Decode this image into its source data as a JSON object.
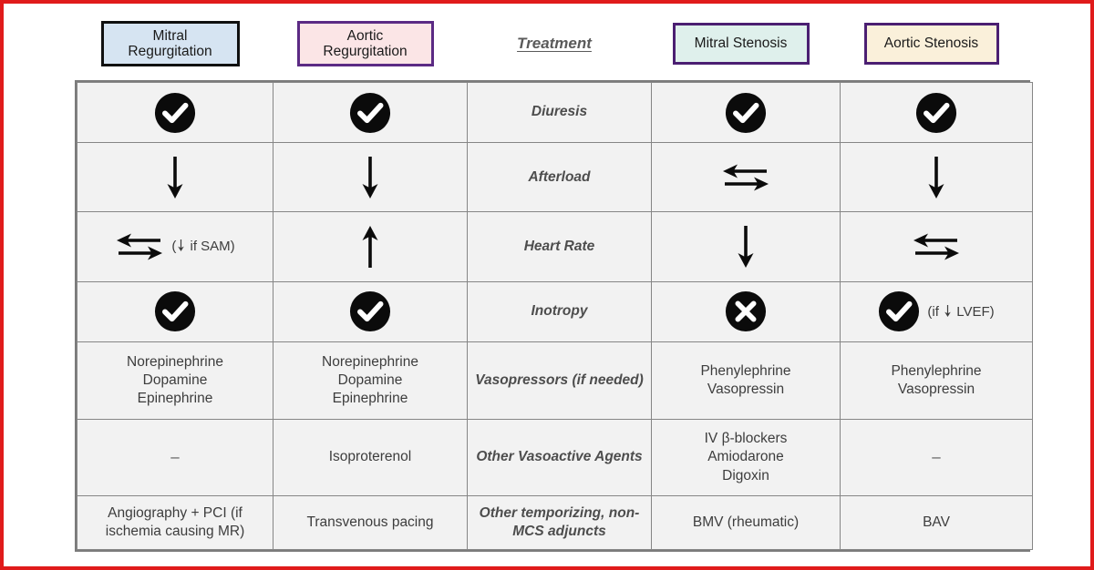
{
  "frame": {
    "border_color": "#e01b1b"
  },
  "header": {
    "columns": [
      {
        "id": "mitral-regurgitation",
        "label": "Mitral\nRegurgitation",
        "line1": "Mitral",
        "line2": "Regurgitation",
        "fill": "#d6e4f2",
        "border": "#101010"
      },
      {
        "id": "aortic-regurgitation",
        "label": "Aortic\nRegurgitation",
        "line1": "Aortic",
        "line2": "Regurgitation",
        "fill": "#fbe5e6",
        "border": "#5b2a84"
      },
      {
        "id": "treatment",
        "label": "Treatment",
        "style": "bold-italic-underline",
        "color": "#5a5a5a"
      },
      {
        "id": "mitral-stenosis",
        "label": "Mitral Stenosis",
        "fill": "#dff0ec",
        "border": "#4b1f72"
      },
      {
        "id": "aortic-stenosis",
        "label": "Aortic Stenosis",
        "fill": "#faf0da",
        "border": "#4b1f72"
      }
    ]
  },
  "table": {
    "column_order": [
      "mitral_regurgitation",
      "aortic_regurgitation",
      "treatment",
      "mitral_stenosis",
      "aortic_stenosis"
    ],
    "rows": [
      {
        "treatment": "Diuresis",
        "mitral_regurgitation": {
          "icon": "check-circle-icon",
          "note": ""
        },
        "aortic_regurgitation": {
          "icon": "check-circle-icon",
          "note": ""
        },
        "mitral_stenosis": {
          "icon": "check-circle-icon",
          "note": ""
        },
        "aortic_stenosis": {
          "icon": "check-circle-icon",
          "note": ""
        }
      },
      {
        "treatment": "Afterload",
        "mitral_regurgitation": {
          "icon": "arrow-down-icon",
          "note": ""
        },
        "aortic_regurgitation": {
          "icon": "arrow-down-icon",
          "note": ""
        },
        "mitral_stenosis": {
          "icon": "arrow-left-right-icon",
          "note": ""
        },
        "aortic_stenosis": {
          "icon": "arrow-down-icon",
          "note": ""
        }
      },
      {
        "treatment": "Heart Rate",
        "mitral_regurgitation": {
          "icon": "arrow-left-right-icon",
          "note": "(↓ if SAM)"
        },
        "aortic_regurgitation": {
          "icon": "arrow-up-icon",
          "note": ""
        },
        "mitral_stenosis": {
          "icon": "arrow-down-icon",
          "note": ""
        },
        "aortic_stenosis": {
          "icon": "arrow-left-right-icon",
          "note": ""
        }
      },
      {
        "treatment": "Inotropy",
        "mitral_regurgitation": {
          "icon": "check-circle-icon",
          "note": ""
        },
        "aortic_regurgitation": {
          "icon": "check-circle-icon",
          "note": ""
        },
        "mitral_stenosis": {
          "icon": "cross-circle-icon",
          "note": ""
        },
        "aortic_stenosis": {
          "icon": "check-circle-icon",
          "note": "(if ↓ LVEF)"
        }
      },
      {
        "treatment": "Vasopressors (if needed)",
        "mitral_regurgitation": {
          "text": "Norepinephrine\nDopamine\nEpinephrine"
        },
        "aortic_regurgitation": {
          "text": "Norepinephrine\nDopamine\nEpinephrine"
        },
        "mitral_stenosis": {
          "text": "Phenylephrine\nVasopressin"
        },
        "aortic_stenosis": {
          "text": "Phenylephrine\nVasopressin"
        }
      },
      {
        "treatment": "Other Vasoactive Agents",
        "mitral_regurgitation": {
          "text": "–"
        },
        "aortic_regurgitation": {
          "text": "Isoproterenol"
        },
        "mitral_stenosis": {
          "text": "IV β-blockers\nAmiodarone\nDigoxin"
        },
        "aortic_stenosis": {
          "text": "–"
        }
      },
      {
        "treatment": "Other temporizing, non-MCS adjuncts",
        "mitral_regurgitation": {
          "text": "Angiography + PCI (if ischemia causing MR)"
        },
        "aortic_regurgitation": {
          "text": "Transvenous pacing"
        },
        "mitral_stenosis": {
          "text": "BMV (rheumatic)"
        },
        "aortic_stenosis": {
          "text": "BAV"
        }
      }
    ]
  },
  "colors": {
    "cell_background": "#f2f2f2",
    "grid_line": "#868686",
    "grid_outer": "#7b7b7b",
    "icon_black": "#0b0b0b",
    "text_gray": "#3d3d3d",
    "treatment_label_gray": "#4d4d4d"
  }
}
